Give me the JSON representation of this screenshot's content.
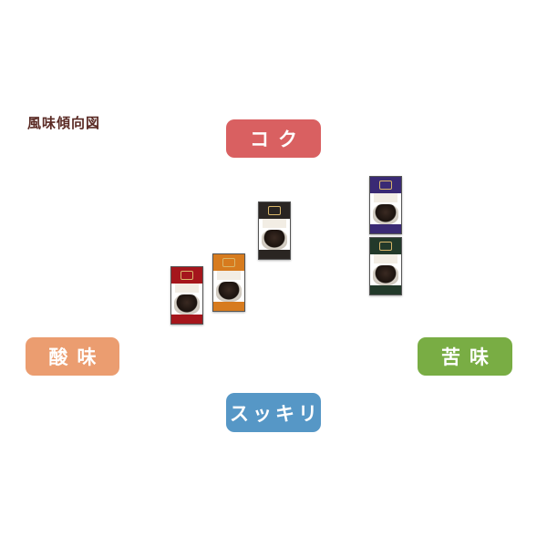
{
  "diagram_title": "風味傾向図",
  "axes": {
    "top": "コク",
    "bottom": "スッキリ",
    "left": "酸味",
    "right": "苦味"
  },
  "colors": {
    "top": "#d96061",
    "bottom": "#5697c6",
    "left": "#eb9d70",
    "right": "#79ad44",
    "title": "#5a2a24"
  },
  "products": [
    {
      "color": "red"
    },
    {
      "color": "orange"
    },
    {
      "color": "dark"
    },
    {
      "color": "purple"
    },
    {
      "color": "green"
    }
  ]
}
